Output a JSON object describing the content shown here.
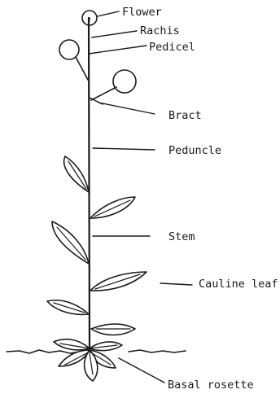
{
  "labels": {
    "flower": "Flower",
    "rachis": "Rachis",
    "pedicel": "Pedicel",
    "bract": "Bract",
    "peduncle": "Peduncle",
    "stem": "Stem",
    "cauline_leaf": "Cauline leaf",
    "basal_rosette": "Basal rosette"
  }
}
